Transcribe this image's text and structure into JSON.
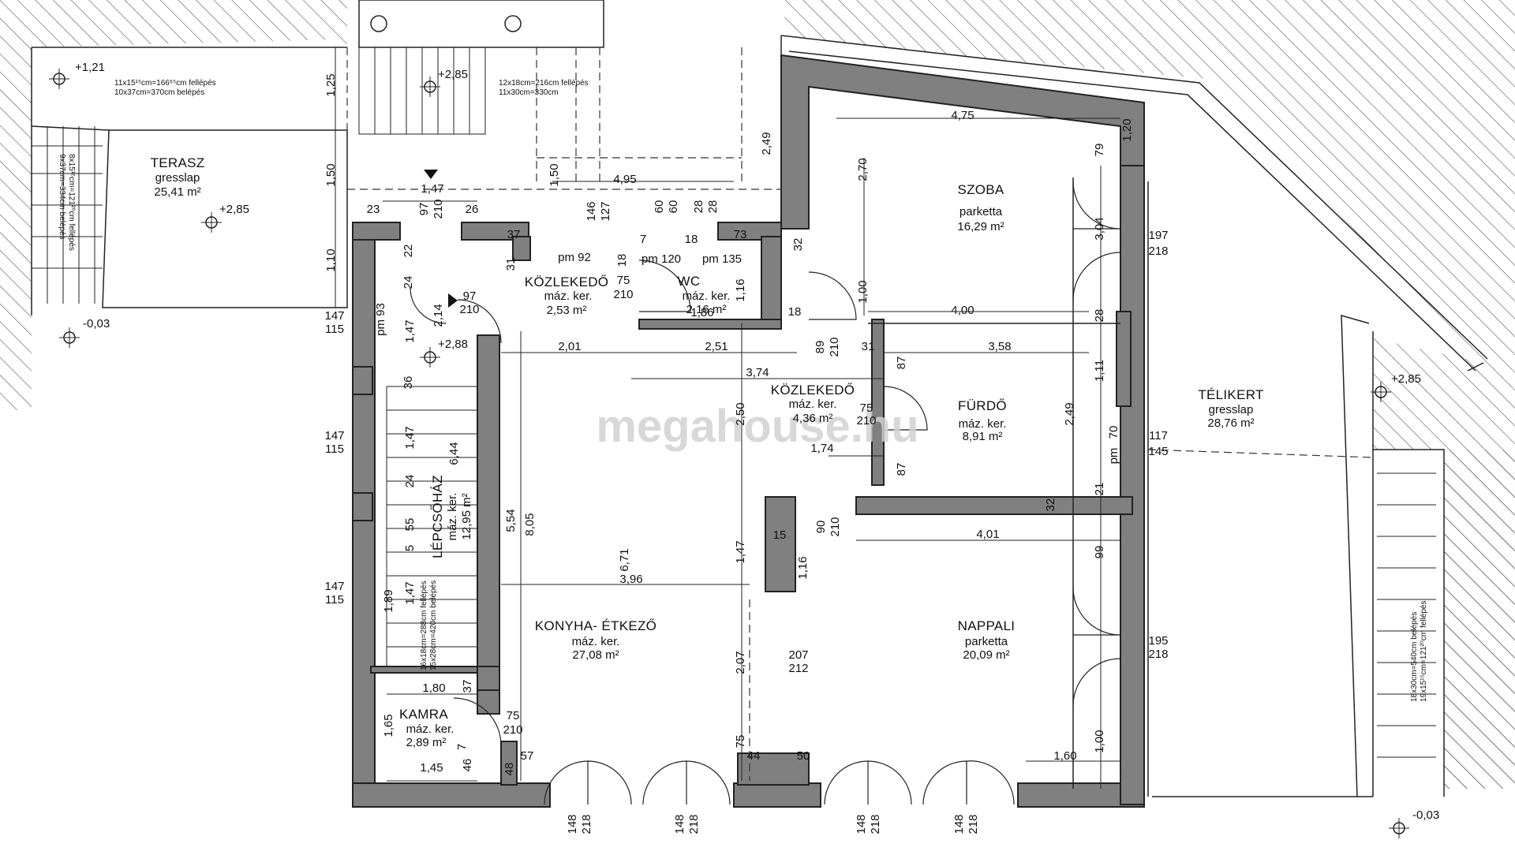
{
  "watermark": "megahouse.hu",
  "rooms": {
    "terasz": {
      "name": "TERASZ",
      "floor": "gresslap",
      "area": "25,41 m²"
    },
    "szoba": {
      "name": "SZOBA",
      "floor": "parketta",
      "area": "16,29 m²"
    },
    "wc": {
      "name": "WC",
      "floor": "máz. ker.",
      "area": "2,16 m²"
    },
    "kozlekedo1": {
      "name": "KÖZLEKEDŐ",
      "floor": "máz. ker.",
      "area": "2,53 m²"
    },
    "kozlekedo2": {
      "name": "KÖZLEKEDŐ",
      "floor": "máz. ker.",
      "area": "4,36 m²"
    },
    "furdo": {
      "name": "FÜRDŐ",
      "floor": "máz. ker.",
      "area": "8,91 m²"
    },
    "telikert": {
      "name": "TÉLIKERT",
      "floor": "gresslap",
      "area": "28,76 m²"
    },
    "lepcsohaz": {
      "name": "LÉPCSŐHÁZ",
      "floor": "máz. ker.",
      "area": "12,95 m²"
    },
    "konyha": {
      "name": "KONYHA- ÉTKEZŐ",
      "floor": "máz. ker.",
      "area": "27,08 m²"
    },
    "nappali": {
      "name": "NAPPALI",
      "floor": "parketta",
      "area": "20,09 m²"
    },
    "kamra": {
      "name": "KAMRA",
      "floor": "máz. ker.",
      "area": "2,89 m²"
    }
  },
  "levels": {
    "l1": "+1,21",
    "l2": "+2,85",
    "l3": "+2,85",
    "l4": "-0,03",
    "l5": "+2,88",
    "l6": "+2,85",
    "l7": "-0,03"
  },
  "stair_notes": {
    "n1": "11x15¹⁵cm=166⁶⁵cm fellépés",
    "n2": "10x37cm=370cm belépés",
    "n3": "12x18cm=216cm fellépés",
    "n4": "11x30cm=330cm",
    "n5": "8x15¹⁵cm=121²⁰cm fellépés",
    "n6": "9x37cm=334cm belépés",
    "n7": "16x18cm=288cm fellépés",
    "n8": "15x28cm=420cm belépés",
    "n9": "18x30cm=540cm belépés",
    "n10": "19x15¹⁵cm=121²⁰cm fellépés"
  },
  "dims": {
    "d_125": "1,25",
    "d_150a": "1,50",
    "d_147": "1,47",
    "d_150b": "1,50",
    "d_110": "1,10",
    "d_495": "4,95",
    "d_249": "2,49",
    "d_475": "4,75",
    "d_270": "2,70",
    "d_79": "79",
    "d_120": "1,20",
    "d_23": "23",
    "d_97": "97",
    "d_210a": "210",
    "d_26": "26",
    "d_146": "146",
    "d_127": "127",
    "d_60a": "60",
    "d_60b": "60",
    "d_28a": "28",
    "d_28b": "28",
    "d_37a": "37",
    "d_73": "73",
    "d_32a": "32",
    "d_304": "3,04",
    "d_197": "197",
    "d_218a": "218",
    "d_pm92": "pm 92",
    "d_18a": "18",
    "d_7": "7",
    "d_18b": "18",
    "d_pm120": "pm 120",
    "d_pm135": "pm 135",
    "d_31a": "31",
    "d_75a": "75",
    "d_210b": "210",
    "d_116": "1,16",
    "d_22": "22",
    "d_24a": "24",
    "d_97b": "97",
    "d_210c": "210",
    "d_214": "2,14",
    "d_147b": "1,47",
    "d_186": "1,86",
    "d_18c": "18",
    "d_100a": "1,00",
    "d_400": "4,00",
    "d_28c": "28",
    "d_147w1": "147",
    "d_115w1": "115",
    "d_pm93": "pm 93",
    "d_201": "2,01",
    "d_251": "2,51",
    "d_89": "89",
    "d_210d": "210",
    "d_31b": "31",
    "d_358": "3,58",
    "d_87a": "87",
    "d_111": "1,11",
    "d_374": "3,74",
    "d_36": "36",
    "d_75b": "75",
    "d_210e": "210",
    "d_250": "2,50",
    "d_249b": "2,49",
    "d_70": "70",
    "d_pm70": "pm",
    "d_117": "117",
    "d_145": "145",
    "d_147w2": "147",
    "d_115w2": "115",
    "d_147c": "1,47",
    "d_644": "6,44",
    "d_174": "1,74",
    "d_87b": "87",
    "d_21": "21",
    "d_24b": "24",
    "d_554": "5,54",
    "d_805": "8,05",
    "d_32b": "32",
    "d_90": "90",
    "d_210f": "210",
    "d_15": "15",
    "d_147d": "1,47",
    "d_401": "4,01",
    "d_55": "55",
    "d_5": "5",
    "d_671": "6,71",
    "d_99": "99",
    "d_396": "3,96",
    "d_116b": "1,16",
    "d_147w3": "147",
    "d_115w3": "115",
    "d_147e": "1,47",
    "d_189": "1,89",
    "d_195": "195",
    "d_218b": "218",
    "d_207a": "2,07",
    "d_207b": "207",
    "d_212": "212",
    "d_180": "1,80",
    "d_37b": "37",
    "d_75c": "75",
    "d_210g": "210",
    "d_165": "1,65",
    "d_7b": "7",
    "d_75d": "75",
    "d_44": "44",
    "d_50": "50",
    "d_160": "1,60",
    "d_100b": "1,00",
    "d_145b": "1,45",
    "d_46": "46",
    "d_48": "48",
    "d_57": "57",
    "d_148a": "148",
    "d_218c": "218",
    "d_148b": "148",
    "d_218d": "218",
    "d_148c": "148",
    "d_218e": "218",
    "d_148d": "148",
    "d_218f": "218"
  }
}
